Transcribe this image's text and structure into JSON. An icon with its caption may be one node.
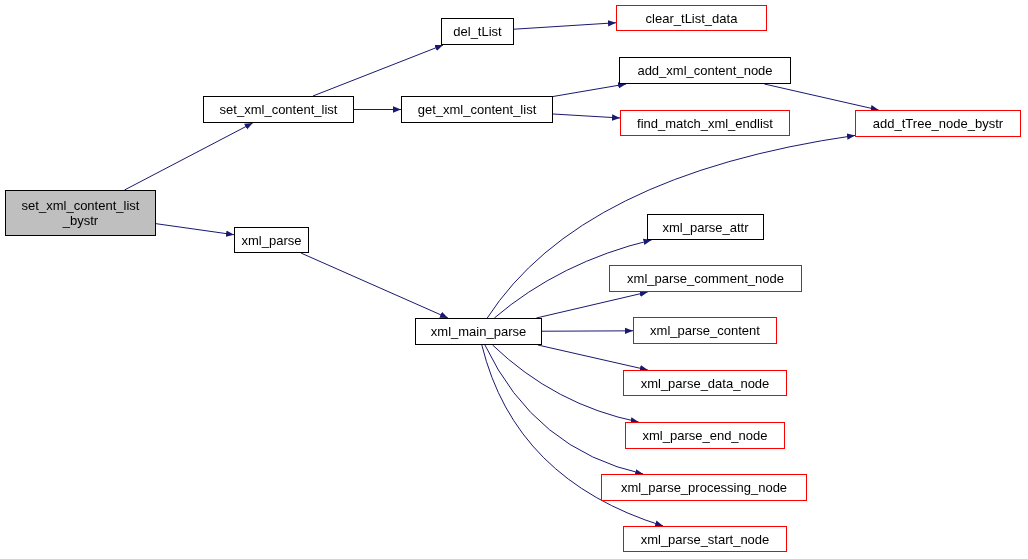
{
  "diagram": {
    "nodes": [
      {
        "text": [
          "set_xml_content_list _bystr"
        ]
      },
      {
        "text": [
          "set_xml_content_list"
        ]
      },
      {
        "text": [
          "xml_parse"
        ]
      },
      {
        "text": [
          "del_tList"
        ]
      },
      {
        "text": [
          "get_xml_content_list"
        ]
      },
      {
        "text": [
          "xml_main_parse"
        ]
      },
      {
        "text": [
          "clear_tList_data"
        ]
      },
      {
        "text": [
          "add_xml_content_node"
        ]
      },
      {
        "text": [
          "find_match_xml_endlist"
        ]
      },
      {
        "text": [
          "add_tTree_node_bystr"
        ]
      },
      {
        "text": [
          "xml_parse_attr"
        ]
      },
      {
        "text": [
          "xml_parse_comment_node"
        ]
      },
      {
        "text": [
          "xml_parse_content"
        ]
      },
      {
        "text": [
          "xml_parse_data_node"
        ]
      },
      {
        "text": [
          "xml_parse_end_node"
        ]
      },
      {
        "text": [
          "xml_parse_processing_node"
        ]
      },
      {
        "text": [
          "xml_parse_start_node"
        ]
      }
    ],
    "edges": [
      {
        "from": 0,
        "to": 1,
        "arrow": "to"
      },
      {
        "from": 0,
        "to": 2,
        "arrow": "to"
      },
      {
        "from": 1,
        "to": 3,
        "arrow": "to"
      },
      {
        "from": 1,
        "to": 4,
        "arrow": "to"
      },
      {
        "from": 3,
        "to": 6,
        "arrow": "to"
      },
      {
        "from": 4,
        "to": 7,
        "arrow": "to"
      },
      {
        "from": 4,
        "to": 8,
        "arrow": "to"
      },
      {
        "from": 7,
        "to": 9,
        "arrow": "to"
      },
      {
        "from": 2,
        "to": 5,
        "arrow": "to"
      },
      {
        "from": 5,
        "to": 9,
        "arrow": "to"
      },
      {
        "from": 5,
        "to": 10,
        "arrow": "to"
      },
      {
        "from": 5,
        "to": 11,
        "arrow": "to"
      },
      {
        "from": 5,
        "to": 12,
        "arrow": "to"
      },
      {
        "from": 5,
        "to": 13,
        "arrow": "to"
      },
      {
        "from": 5,
        "to": 14,
        "arrow": "to"
      },
      {
        "from": 5,
        "to": 15,
        "arrow": "to"
      },
      {
        "from": 5,
        "to": 16,
        "arrow": "to"
      }
    ]
  }
}
